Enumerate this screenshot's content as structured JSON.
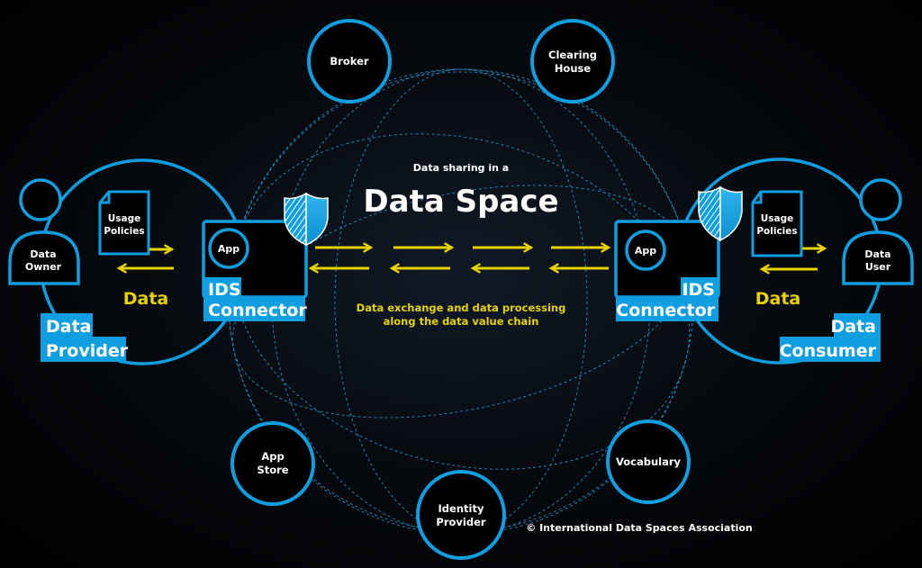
{
  "colors": {
    "blue": "#0f9ee0",
    "yellow": "#e6d200",
    "background": "#000000"
  },
  "center": {
    "subtitle": "Data sharing in a",
    "title": "Data Space",
    "caption_line1": "Data exchange and data processing",
    "caption_line2": "along the data value chain"
  },
  "services": {
    "broker": "Broker",
    "clearing_house": [
      "Clearing",
      "House"
    ],
    "app_store": [
      "App",
      "Store"
    ],
    "identity_provider": [
      "Identity",
      "Provider"
    ],
    "vocabulary": "Vocabulary"
  },
  "provider": {
    "person": [
      "Data",
      "Owner"
    ],
    "policies": [
      "Usage",
      "Policies"
    ],
    "data": "Data",
    "role": [
      "Data",
      "Provider"
    ],
    "app": "App",
    "connector": [
      "IDS",
      "Connector"
    ]
  },
  "consumer": {
    "person": [
      "Data",
      "User"
    ],
    "policies": [
      "Usage",
      "Policies"
    ],
    "data": "Data",
    "role": [
      "Data",
      "Consumer"
    ],
    "app": "App",
    "connector": [
      "IDS",
      "Connector"
    ]
  },
  "copyright": "© International Data Spaces Association"
}
